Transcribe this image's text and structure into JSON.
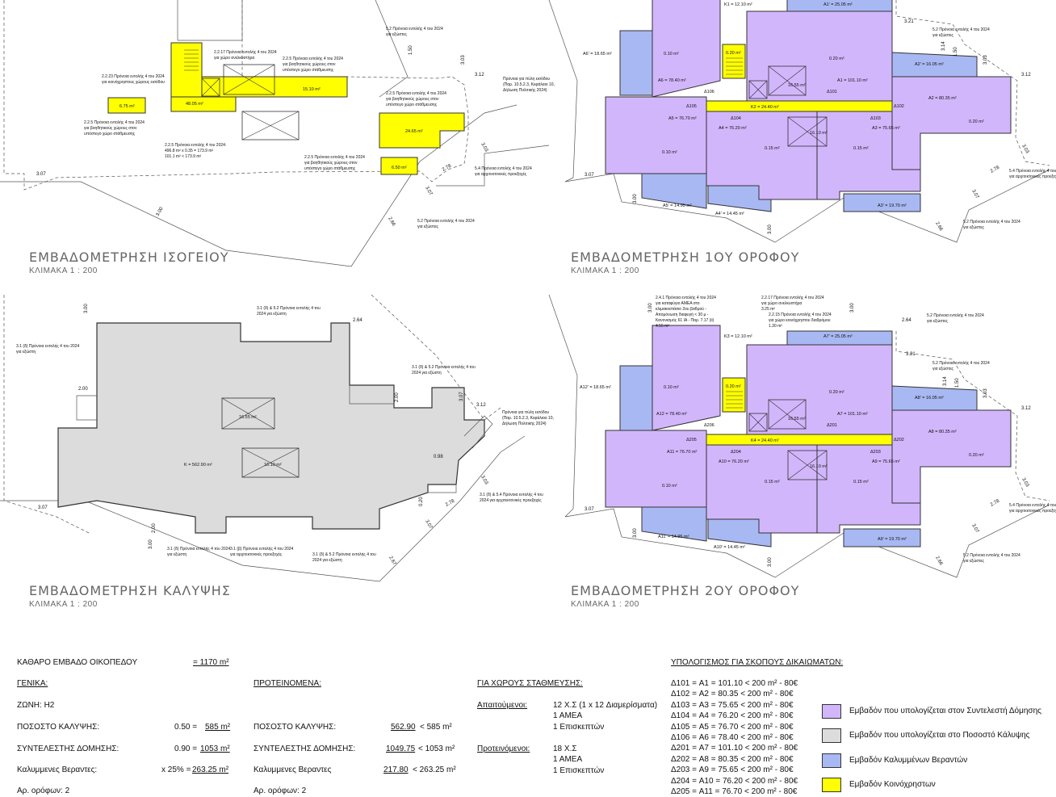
{
  "colors": {
    "dwelling": "#d2b6fb",
    "coverage": "#dcdcdc",
    "veranda": "#a8b8f2",
    "common": "#ffff00",
    "line": "#333333"
  },
  "plans": [
    {
      "title": "ΕΜΒΑΔΟΜΕΤΡΗΣΗ ΙΣΟΓΕΙΟΥ",
      "scale": "ΚΛΙΜΑΚΑ 1 : 200"
    },
    {
      "title": "ΕΜΒΑΔΟΜΕΤΡΗΣΗ 1ΟΥ ΟΡΟΦΟΥ",
      "scale": "ΚΛΙΜΑΚΑ 1 : 200"
    },
    {
      "title": "ΕΜΒΑΔΟΜΕΤΡΗΣΗ ΚΑΛΥΨΗΣ",
      "scale": "ΚΛΙΜΑΚΑ 1 : 200"
    },
    {
      "title": "ΕΜΒΑΔΟΜΕΤΡΗΣΗ 2ΟΥ ΟΡΟΦΟΥ",
      "scale": "ΚΛΙΜΑΚΑ 1 : 200"
    }
  ],
  "ground": {
    "labels": [
      "6.75 m²",
      "48.05 m²",
      "15.10 m²",
      "24.65 m²",
      "6.50 m²"
    ],
    "notes": [
      "2.2.23 Πρόνοια εντολής 4 του 2024",
      "για κοινόχρηστους χώρους εισόδου",
      "2.2.17 Πρόνοια εντολής 4 του 2024",
      "για χώρο ανελκυστήρα",
      "2.2.5 Πρόνοια εντολής 4 του 2024",
      "για βοηθητικούς χώρους στον",
      "υπόστεγο χώρο στάθμευσης",
      "2.2.5 Πρόνοια εντολής 4 του 2024",
      "για βοηθητικούς χώρους στον",
      "υπόστεγο χώρο στάθμευσης",
      "2.2.5 Πρόνοια εντολής 4 του 2024:",
      "496.8 m² x 0.35 = 173.9 m²",
      "101.1 m² < 173.9 m²",
      "5.2 Πρόνοια εντολής 4 του 2024",
      "για εξώστες",
      "Πρόνοια για πύλη εισόδου",
      "(Παρ. 10.5.2.3, Κεφάλαιο 10,",
      "Δήλωση Πολιτικής 2024)",
      "2.2.5 Πρόνοια εντολής 4 του 2024",
      "για βοηθητικούς χώρους στον",
      "υπόστεγο χώρο στάθμευσης",
      "2.2.5 Πρόνοια εντολής 4 του 2024",
      "για βοηθητικούς χώρους στον",
      "υπόστεγο χώρο στάθμευσης",
      "5.4 Πρόνοια εντολής 4 του 2024",
      "για αρχιτεκτονικές προεξοχές",
      "5.2 Πρόνοια εντολής 4 του 2024",
      "για εξώστες"
    ],
    "dims": [
      "1.50",
      "3.03",
      "3.12",
      "3.03",
      "2.78",
      "3.07",
      "3.07",
      "3.00",
      "2.66"
    ]
  },
  "first": {
    "labels": [
      "K1 = 12.10 m²",
      "A1' = 25.05 m²",
      "A6' = 18.65 m²",
      "0.10 m²",
      "0.20 m²",
      "0.20 m²",
      "A6 = 78.40 m²",
      "Δ106",
      "16.55 m²",
      "A1 = 101.10 m²",
      "Δ101",
      "A2' = 16.05 m²",
      "A2 = 80.35 m²",
      "Δ105",
      "K2 = 24.40 m²",
      "Δ102",
      "A5 = 76.70 m²",
      "Δ104",
      "Δ103",
      "A4 = 76.20 m²",
      "A3 = 75.65 m²",
      "0.20 m²",
      "16.10 m²",
      "0.15 m²",
      "0.15 m²",
      "0.10 m²",
      "A5' = 14.95 m²",
      "A4' = 14.45 m²",
      "A3' = 19.70 m²"
    ],
    "dims": [
      "3.21",
      "3.14",
      "1.50",
      "3.03",
      "3.12",
      "3.03",
      "2.78",
      "3.07",
      "3.07",
      "3.00",
      "3.00",
      "2.66"
    ],
    "notes": [
      "5.2 Πρόνοια εντολής 4 του 2024",
      "για εξώστες",
      "5.4 Πρόνοια εντολής 4 του 2024",
      "για αρχιτεκτονικές προεξοχές",
      "5.2 Πρόνοια εντολής 4 του 2024",
      "για εξώστες"
    ]
  },
  "coverage": {
    "labels": [
      "16.55 m²",
      "K = 562.90 m²",
      "16.10 m²"
    ],
    "dims": [
      "3.00",
      "2.64",
      "2.00",
      "2.00",
      "3.07",
      "3.12",
      "0.98",
      "3.03",
      "2.78",
      "0.20",
      "3.07",
      "2.00",
      "3.00",
      "2.67",
      "3.07"
    ],
    "notes": [
      "3.1 (δ) & 5.2 Πρόνοια εντολής 4 του",
      "2024 για εξώστη",
      "3.1 (δ) Πρόνοια εντολής 4 του 2024",
      "για εξώστη",
      "3.1 (δ) & 5.2 Πρόνοια εντολής 4 του",
      "2024 για εξώστη",
      "Πρόνοια για πύλη εισόδου",
      "(Παρ. 10.5.2.3, Κεφάλαιο 10,",
      "Δήλωση Πολιτικής 2024)",
      "3.1 (δ) & 5.4 Πρόνοια εντολής 4 του",
      "2024 για αρχιτεκτονικές προεξοχές",
      "3.1 (δ) Πρόνοια εντολής 4 του 2024",
      "για εξώστη",
      "3.1 (β) Πρόνοια εντολής 4 του 2024",
      "για αρχιτεκτονικές προεξοχές",
      "3.1 (δ) & 5.2 Πρόνοια εντολής 4 του",
      "2024 για εξώστη"
    ]
  },
  "second": {
    "labels": [
      "K3 = 12.10 m²",
      "A7' = 25.05 m²",
      "A12' = 18.65 m²",
      "0.10 m²",
      "0.20 m²",
      "0.20 m²",
      "A12 = 78.40 m²",
      "Δ206",
      "16.55 m²",
      "A7 = 101.10 m²",
      "Δ201",
      "A8' = 16.05 m²",
      "A8 = 80.35 m²",
      "Δ205",
      "K4 = 24.40 m²",
      "Δ202",
      "A11 = 76.70 m²",
      "Δ204",
      "Δ203",
      "A10 = 76.20 m²",
      "A9 = 75.65 m²",
      "0.20 m²",
      "16.10 m²",
      "0.15 m²",
      "0.15 m²",
      "0.10 m²",
      "A11' = 14.95 m²",
      "A10' = 14.45 m²",
      "A9' = 19.70 m²"
    ],
    "dims": [
      "3.00",
      "3.00",
      "2.64",
      "3.21",
      "3.14",
      "1.50",
      "3.03",
      "3.12",
      "3.03",
      "2.78",
      "3.07",
      "3.07",
      "3.00",
      "3.00",
      "2.66"
    ],
    "notes": [
      "2.4.1 Πρόνοια εντολής 4 του 2024",
      "για καταφύγιο ΑΜΕΑ στο",
      "κλιμακοστάσιο 2ου βαθμού -",
      "Απομόνωση διαφυγή < 30 μ -",
      "Κανονισμός 61 ΙΑ - Παρ. 7.17 (ii)",
      "4.55 m²",
      "2.2.17 Πρόνοια εντολής 4 του 2024",
      "για χώρο ανελκυστήρα",
      "3.25 m²",
      "2.2.15 Πρόνοια εντολής 4 του 2024",
      "για χώρο κοινόχρηστου διαδρόμου",
      "1.30 m²",
      "5.2 Πρόνοια εντολής 4 του 2024",
      "για εξώστες",
      "5.2 Πρόνοια εντολής 4 του 2024",
      "για εξώστες",
      "5.4 Πρόνοια εντολής 4 του 2024",
      "για αρχιτεκτονικές προεξοχές",
      "5.2 Πρόνοια εντολής 4 του 2024",
      "για εξώστες"
    ]
  },
  "summary": {
    "plot_area_label": "ΚΑΘΑΡΟ ΕΜΒΑΔΟ ΟΙΚΟΠΕΔΟΥ",
    "plot_area_value": "= 1170 m²",
    "general_heading": "ΓΕΝΙΚΑ:",
    "zone": "ΖΩΝΗ: Η2",
    "coverage_label": "ΠΟΣΟΣΤΟ ΚΑΛΥΨΗΣ:",
    "coverage_factor": "0.50 =",
    "coverage_value": "585 m²",
    "density_label": "ΣΥΝΤΕΛΕΣΤΗΣ ΔΟΜΗΣΗΣ:",
    "density_factor": "0.90 =",
    "density_value": "1053 m²",
    "verandas_label": "Καλυμμενες Βεραντες:",
    "verandas_factor": "x 25% =",
    "verandas_value": "263.25 m²",
    "floors_label": "Αρ. ορόφων: 2",
    "proposed_heading": "ΠΡΟΤΕΙΝΟΜΕΝΑ:",
    "p_coverage_label": "ΠΟΣΟΣΤΟ ΚΑΛΥΨΗΣ:",
    "p_coverage_value": "562.90",
    "p_coverage_limit": "< 585 m²",
    "p_density_label": "ΣΥΝΤΕΛΕΣΤΗΣ ΔΟΜΗΣΗΣ:",
    "p_density_value": "1049.75",
    "p_density_limit": "< 1053 m²",
    "p_verandas_label": "Καλυμμενες Βεραντες",
    "p_verandas_value": "217.80",
    "p_verandas_limit": "< 263.25 m²",
    "p_floors_label": "Αρ. ορόφων: 2",
    "parking_heading": "ΓΙΑ ΧΩΡΟΥΣ ΣΤΑΘΜΕΥΣΗΣ:",
    "required_label": "Απαιτούμενοι:",
    "required_lines": [
      "12 Χ.Σ (1 x 12 Διαμερίσματα)",
      "1 ΑΜΕΑ",
      "1 Επισκεπτών"
    ],
    "offered_label": "Προτεινόμενοι:",
    "offered_lines": [
      "18 Χ.Σ",
      "1 ΑΜΕΑ",
      "1 Επισκεπτών"
    ],
    "rights_heading": "ΥΠΟΛΟΓΙΣΜΟΣ ΓΙΑ ΣΚΟΠΟΥΣ ΔΙΚΑΙΩΜΑΤΩΝ:",
    "rights_lines": [
      "Δ101 = A1 = 101.10 < 200 m² - 80€",
      "Δ102 = A2 = 80.35 < 200 m² - 80€",
      "Δ103 = A3 = 75.65 < 200 m² - 80€",
      "Δ104 = A4 = 76.20 < 200 m² - 80€",
      "Δ105 = A5 = 76.70 < 200 m² - 80€",
      "Δ106 = A6 = 78.40 < 200 m² - 80€",
      "Δ201 = A7 = 101.10 < 200 m² - 80€",
      "Δ202 = A8 = 80.35 < 200 m² - 80€",
      "Δ203 = A9 = 75.65 < 200 m² - 80€",
      "Δ204 = A10 = 76.20 < 200 m² - 80€",
      "Δ205 = A11 = 76.70 < 200 m² - 80€"
    ]
  },
  "legend": [
    {
      "label": "Εμβαδόν που υπολογίζεται στον Συντελεστή Δόμησης",
      "color": "#d2b6fb"
    },
    {
      "label": "Εμβαδόν που υπολογίζεται στο Ποσοστό Κάλυψης",
      "color": "#dcdcdc"
    },
    {
      "label": "Εμβαδόν Καλυμμένων Βεραντών",
      "color": "#a8b8f2"
    },
    {
      "label": "Εμβαδόν Κοινόχρηστων",
      "color": "#ffff00"
    }
  ]
}
